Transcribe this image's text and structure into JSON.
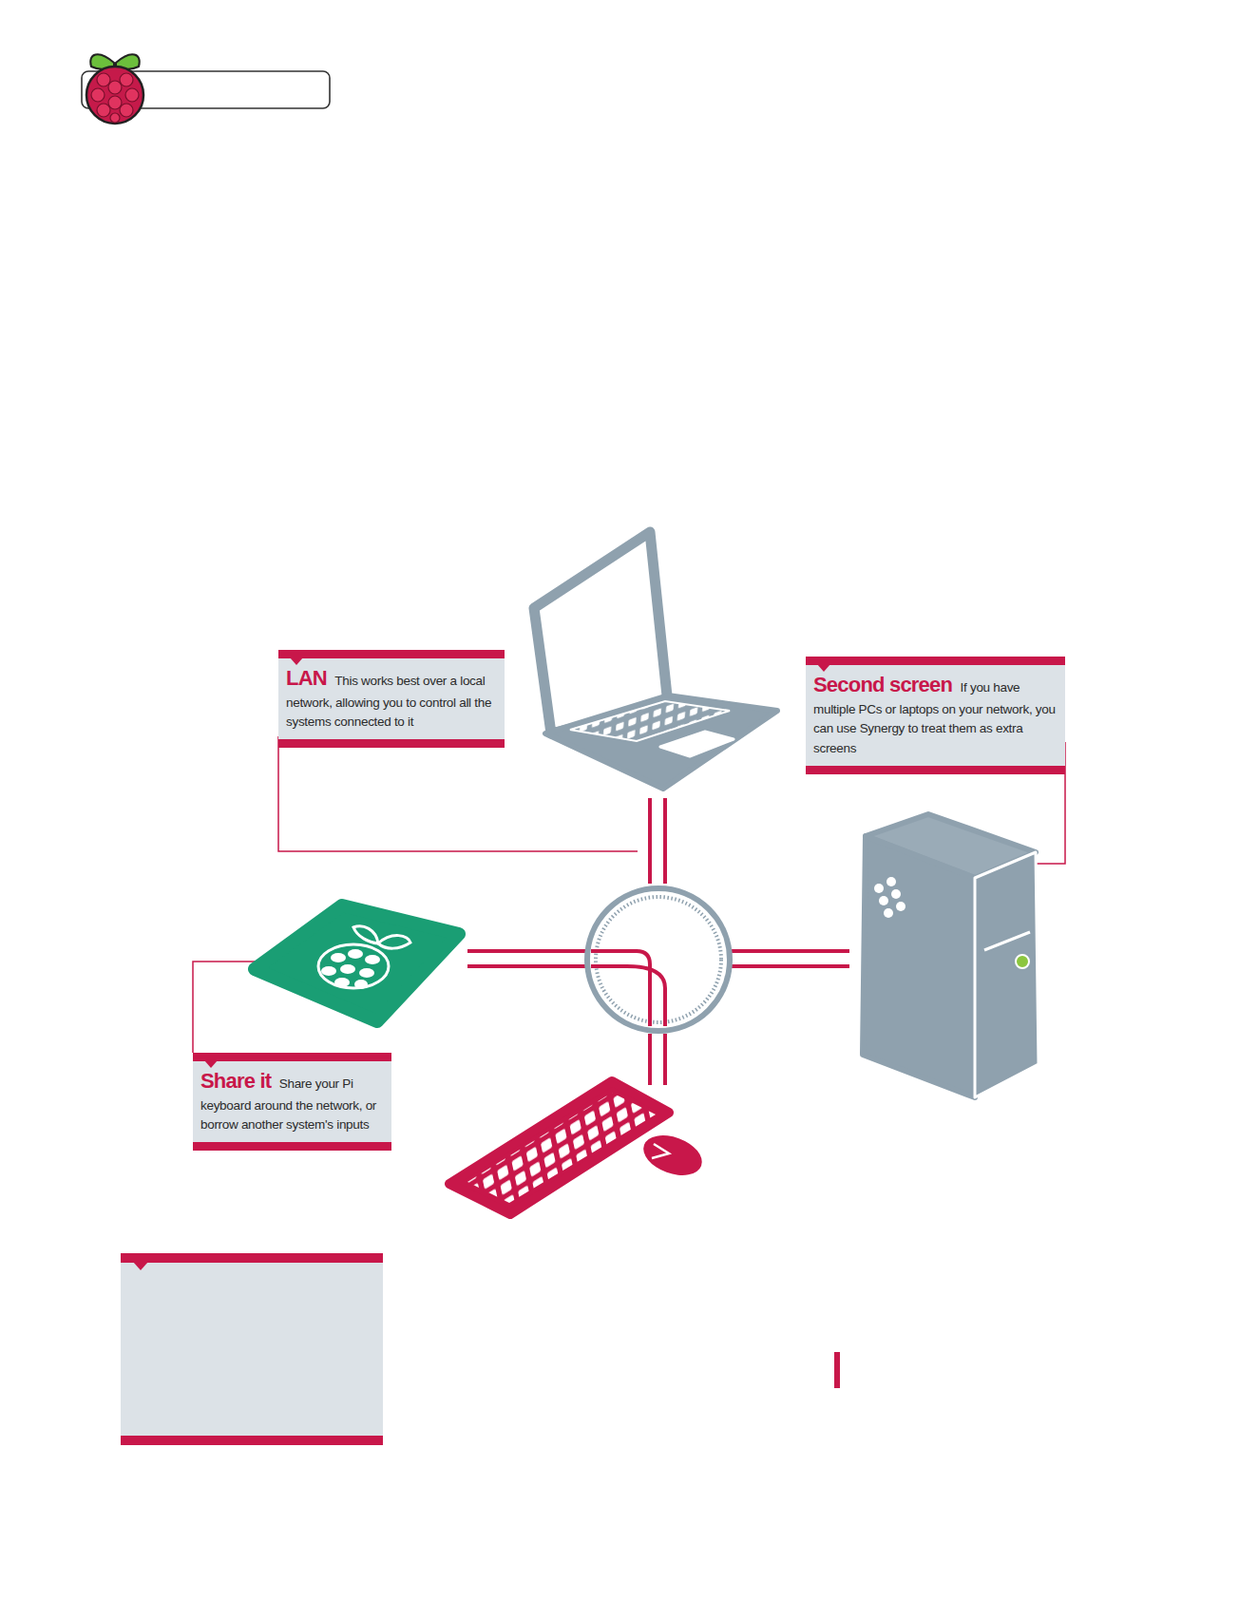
{
  "diagram": {
    "nodes": [
      {
        "text": [
          "LAN",
          "This works best over a local network, allowing you to control all the systems connected to it"
        ]
      },
      {
        "text": [
          "Second screen",
          "If you have multiple PCs or laptops on your network, you can use Synergy to treat them as extra screens"
        ]
      },
      {
        "text": [
          "Share it",
          "Share your Pi keyboard around the network, or borrow another system's inputs"
        ]
      }
    ]
  }
}
